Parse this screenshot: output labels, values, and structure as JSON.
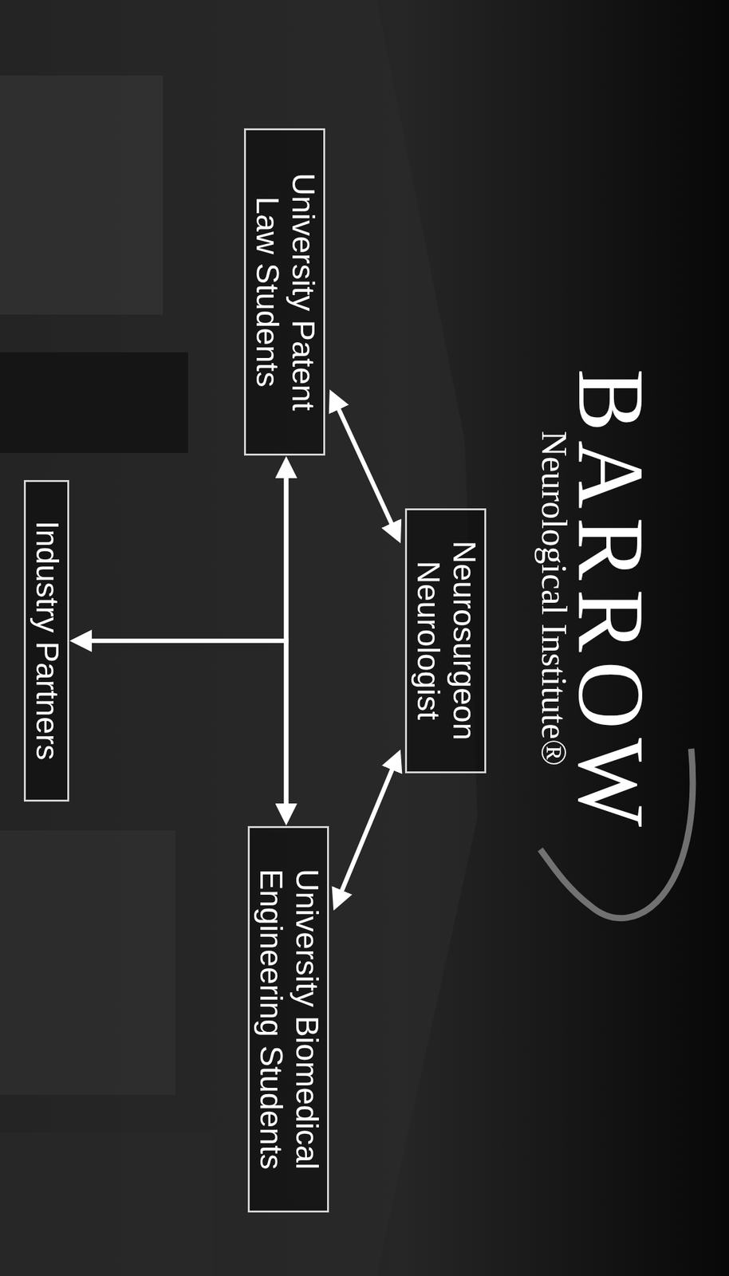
{
  "diagram": {
    "title": "BARROW",
    "nodes": [
      {
        "text": [
          "Neurosurgeon Neurologist"
        ]
      },
      {
        "text": [
          "University Patent Law Students"
        ]
      },
      {
        "text": [
          "University Biomedical Engineering Students"
        ]
      },
      {
        "text": [
          "Industry Partners"
        ]
      }
    ],
    "edges": [
      {
        "from": 1,
        "to": 0,
        "arrow": "both"
      },
      {
        "from": 0,
        "to": 2,
        "arrow": "both"
      },
      {
        "from": 1,
        "to": 2,
        "arrow": "both"
      },
      {
        "from": 1,
        "to": 3,
        "arrow": "to"
      },
      {
        "from": 2,
        "to": 3,
        "arrow": "to"
      }
    ],
    "labels": [
      "Neurological Institute®"
    ]
  }
}
